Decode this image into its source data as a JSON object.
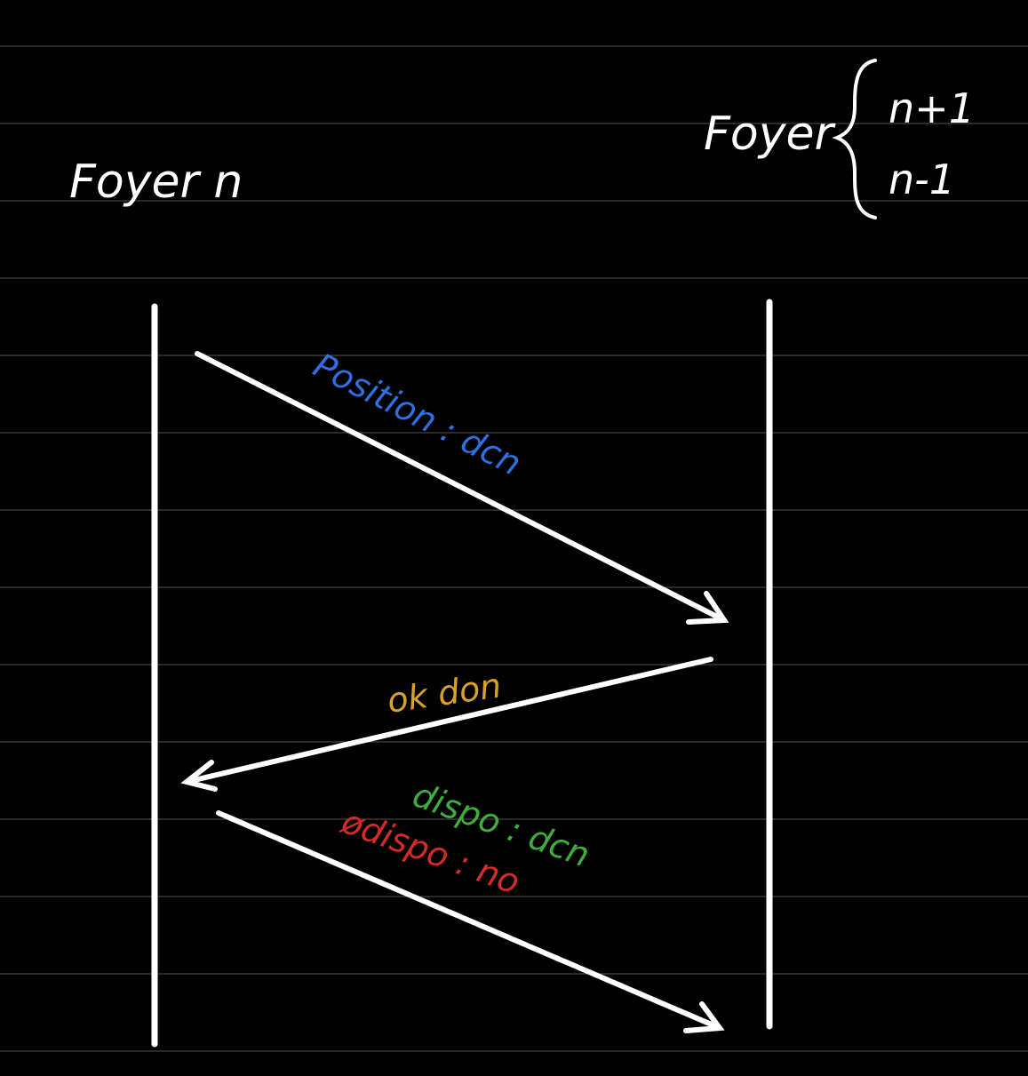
{
  "colors": {
    "background": "#000000",
    "ruled_line": "#555555",
    "ink": "#ffffff",
    "position_text": "#2f6fe0",
    "ok_text": "#d8a12a",
    "dispo_text": "#3fae3c",
    "odispo_text": "#d42a2a"
  },
  "left_actor": {
    "label": "Foyer n"
  },
  "right_actor": {
    "label": "Foyer",
    "options": [
      "n+1",
      "n-1"
    ]
  },
  "messages": [
    {
      "text": "Position : dcn",
      "direction": "left-to-right",
      "color_key": "position_text"
    },
    {
      "text": "ok don",
      "direction": "right-to-left",
      "color_key": "ok_text"
    },
    {
      "text": "dispo : dcn",
      "direction": "left-to-right",
      "color_key": "dispo_text"
    },
    {
      "text": "ødispo : no",
      "direction": "left-to-right",
      "color_key": "odispo_text"
    }
  ]
}
